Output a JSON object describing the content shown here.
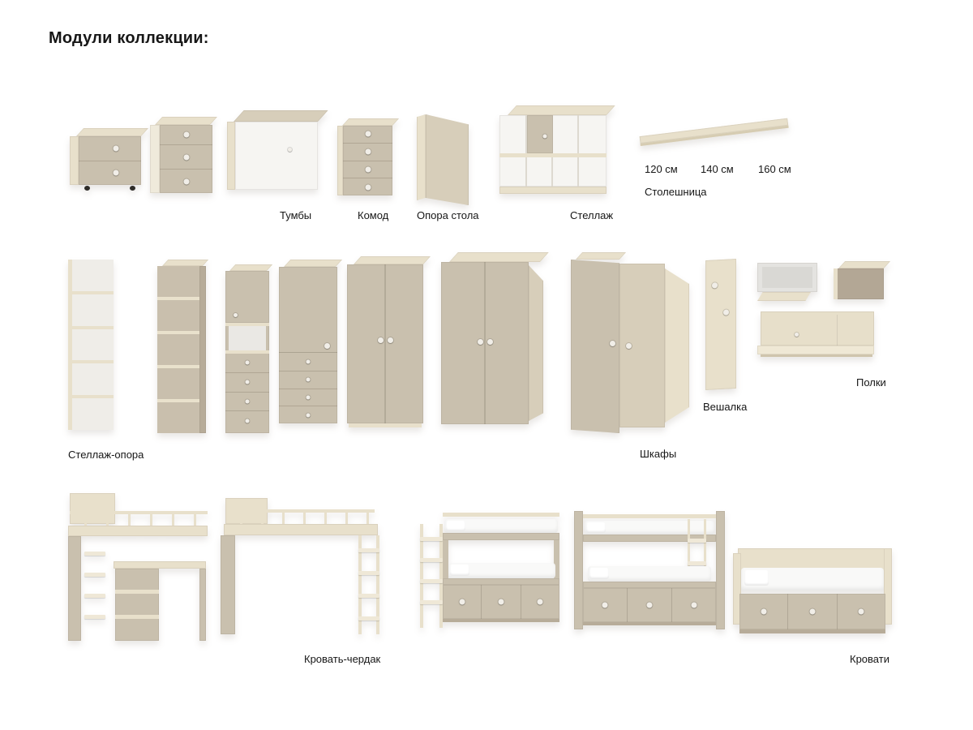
{
  "title": "Модули коллекции:",
  "labels": {
    "tumby": "Тумбы",
    "komod": "Комод",
    "opora_stola": "Опора стола",
    "stellazh": "Стеллаж",
    "stoleshnitsa": "Столешница",
    "stellazh_opora": "Стеллаж-опора",
    "shkafy": "Шкафы",
    "veshalka": "Вешалка",
    "polki": "Полки",
    "krovat_cherdak": "Кровать-чердак",
    "krovati": "Кровати"
  },
  "sizes": [
    "120 см",
    "140 см",
    "160 см"
  ],
  "palette": {
    "background": "#ffffff",
    "plywood_light": "#e8e0cb",
    "beige": "#c9c0ae",
    "beige_dark": "#b7ac99",
    "white_face": "#f6f5f2",
    "text": "#161616"
  }
}
